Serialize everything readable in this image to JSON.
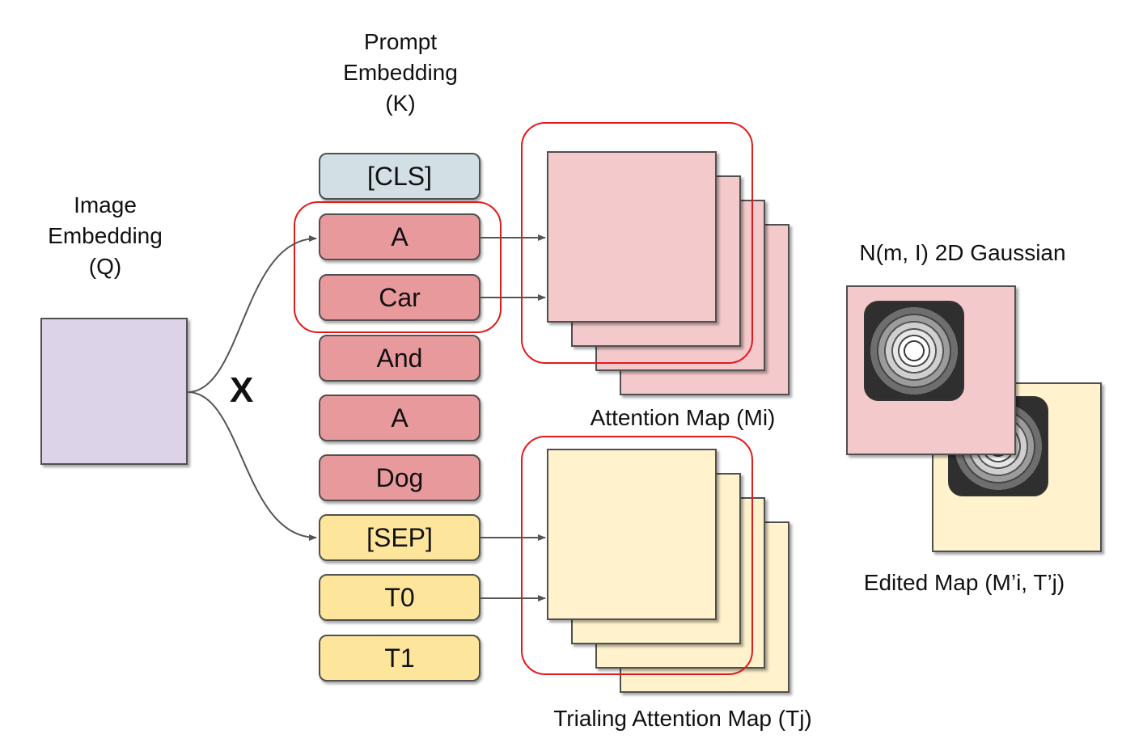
{
  "labels": {
    "prompt_embedding": "Prompt\nEmbedding\n(K)",
    "image_embedding": "Image\nEmbedding\n(Q)",
    "multiply": "X",
    "attention_map": "Attention Map (Mi)",
    "trailing_attention_map": "Trialing Attention Map (Tj)",
    "gaussian": "N(m, I) 2D Gaussian",
    "edited_map": "Edited Map (M’i, T’j)"
  },
  "tokens": [
    {
      "label": "[CLS]",
      "group": "cls"
    },
    {
      "label": "A",
      "group": "prompt"
    },
    {
      "label": "Car",
      "group": "prompt"
    },
    {
      "label": "And",
      "group": "prompt"
    },
    {
      "label": "A",
      "group": "prompt"
    },
    {
      "label": "Dog",
      "group": "prompt"
    },
    {
      "label": "[SEP]",
      "group": "trailing"
    },
    {
      "label": "T0",
      "group": "trailing"
    },
    {
      "label": "T1",
      "group": "trailing"
    }
  ],
  "colors": {
    "image_embedding": "#dcd3e9",
    "cls_token": "#d2e0e6",
    "prompt_token": "#e8999c",
    "trailing_token": "#fde69b",
    "attention_map": "#f4c9cb",
    "trailing_map": "#fff2cc",
    "highlight": "#e31a1c",
    "arrow": "#555555"
  }
}
